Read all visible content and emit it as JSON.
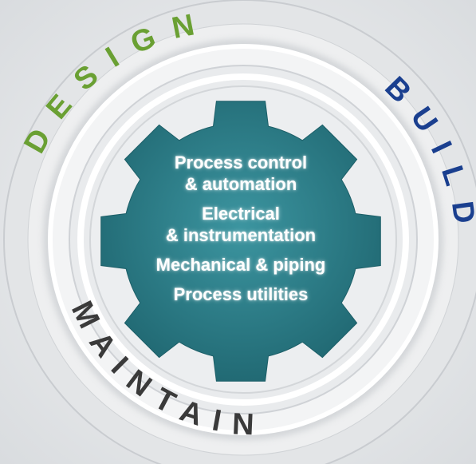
{
  "ring_labels": {
    "top_left": "DESIGN",
    "right": "BUILD",
    "bottom": "MAINTAIN"
  },
  "gear_items": [
    {
      "line1": "Process control",
      "line2": "& automation"
    },
    {
      "line1": "Electrical",
      "line2": "& instrumentation"
    },
    {
      "line1": "Mechanical & piping",
      "line2": ""
    },
    {
      "line1": "Process utilities",
      "line2": ""
    }
  ],
  "colors": {
    "design": "#6aa033",
    "build": "#1a3f8f",
    "maintain": "#3a3a3a",
    "gear": "#2c7a85",
    "background": "#e6e8ea"
  }
}
